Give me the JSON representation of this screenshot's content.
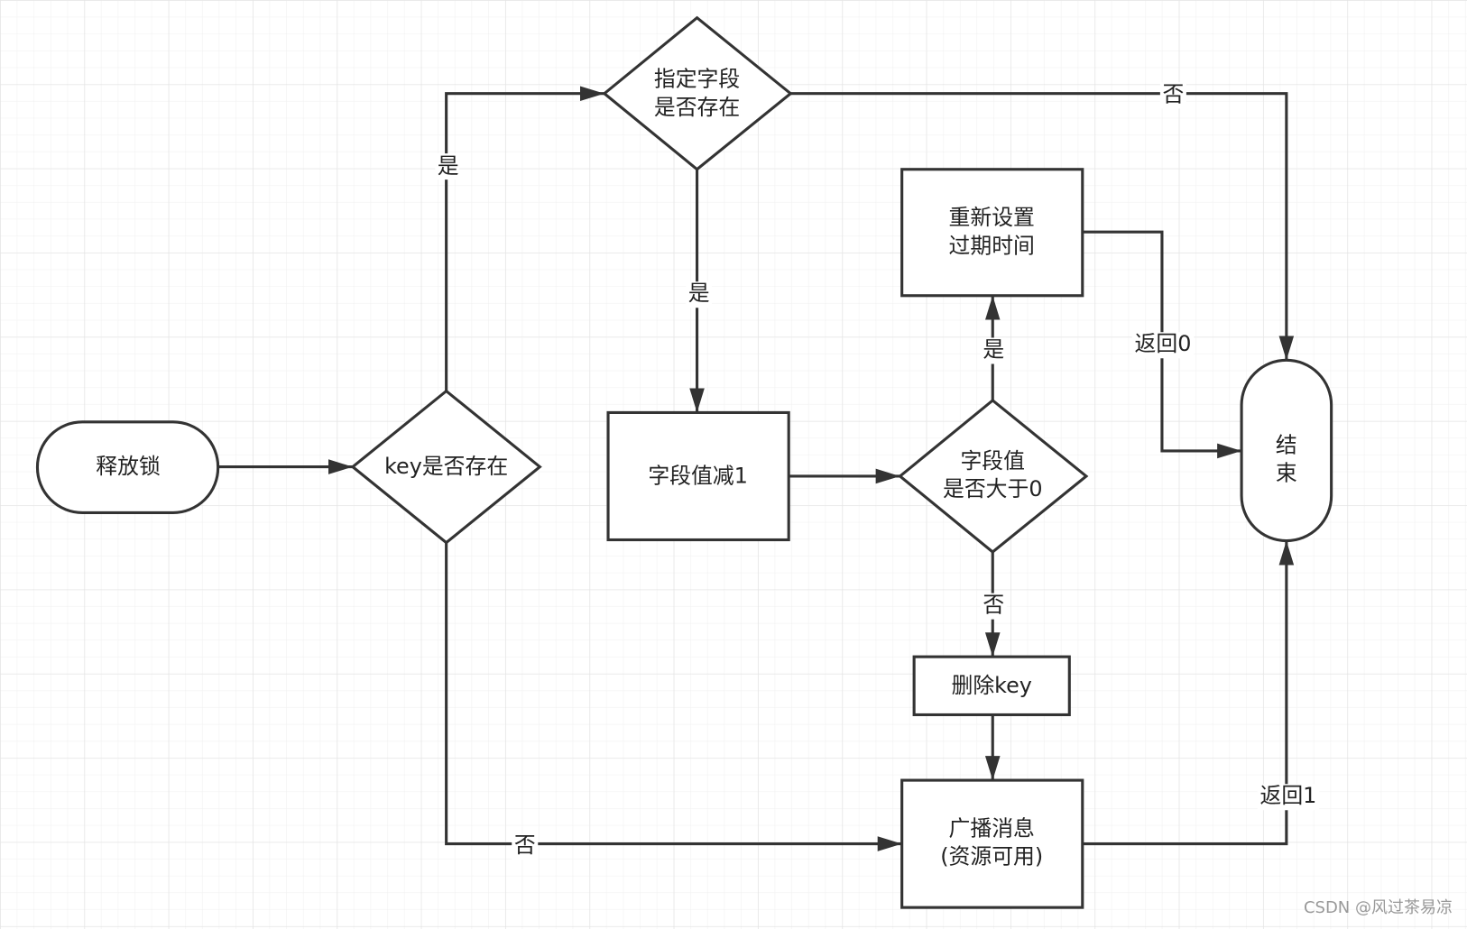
{
  "nodes": {
    "start": "释放锁",
    "key_exists": "key是否存在",
    "field_exists": [
      "指定字段",
      "是否存在"
    ],
    "decrement": "字段值减1",
    "greater_zero": [
      "字段值",
      "是否大于0"
    ],
    "reset_expire": [
      "重新设置",
      "过期时间"
    ],
    "delete_key": "删除key",
    "broadcast": [
      "广播消息",
      "(资源可用)"
    ],
    "end": [
      "结",
      "束"
    ]
  },
  "edges": {
    "key_yes": "是",
    "key_no": "否",
    "field_yes": "是",
    "field_no": "否",
    "gt_yes": "是",
    "gt_no": "否",
    "return0": "返回0",
    "return1": "返回1"
  },
  "watermark": "CSDN @风过茶易凉"
}
